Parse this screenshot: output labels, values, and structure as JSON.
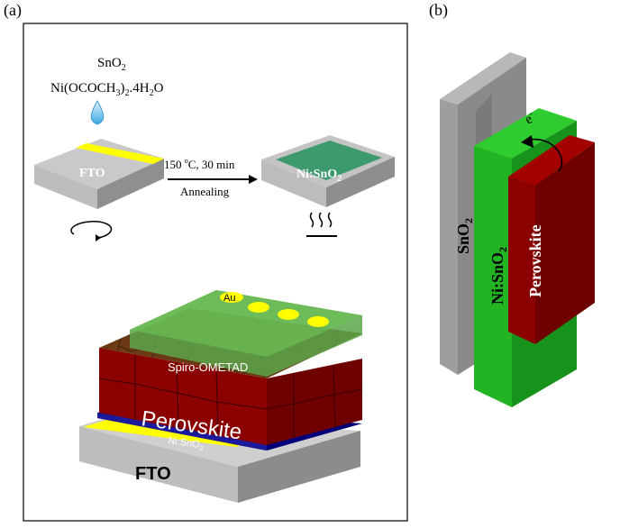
{
  "panel_a": {
    "label": "(a)",
    "precursor": {
      "line1": "SnO",
      "line1_sub": "2",
      "line2_a": "Ni(OCOCH",
      "line2_sub1": "3",
      "line2_b": ")",
      "line2_sub2": "2",
      "line2_c": ".4H",
      "line2_sub3": "2",
      "line2_d": "O"
    },
    "substrate_label": "FTO",
    "process": {
      "temp_a": "150 ",
      "temp_sup": "o",
      "temp_b": "C, 30 min",
      "step": "Annealing"
    },
    "coated_label": "Ni:SnO",
    "coated_label_sub": "2",
    "heat_symbol": "≈≈≈",
    "device": {
      "au": "Au",
      "htl": "Spiro-OMETAD",
      "absorber": "Perovskite",
      "etl": "Ni:SnO",
      "etl_sub": "2",
      "bottom": "FTO"
    }
  },
  "panel_b": {
    "label": "(b)",
    "electron": "e",
    "electron_sup": "-",
    "layer1": "SnO",
    "layer1_sub": "2",
    "layer2": "Ni:SnO",
    "layer2_sub": "2",
    "layer3": "Perovskite"
  },
  "colors": {
    "fto": "#c8c8c8",
    "contact": "#ffff00",
    "ni_sno2": "#3d9a6e",
    "perovskite": "#8b0000",
    "au_layer": "#5aa64a",
    "etl_blue": "#00007a",
    "green_block": "#22b422"
  }
}
